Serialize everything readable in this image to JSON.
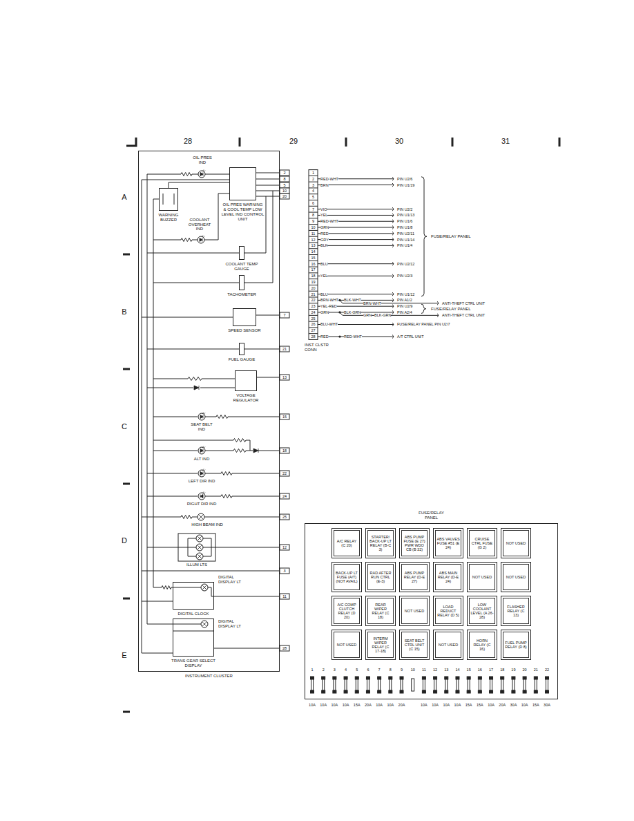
{
  "diagram": {
    "nodes": [
      {
        "text": [
          "INSTRUMENT CLUSTER"
        ]
      },
      {
        "text": [
          "OIL PRES WARNING & COOL TEMP LOW LEVEL IND CONTROL UNIT"
        ],
        "in": 0
      },
      {
        "text": [
          "WARNING BUZZER"
        ],
        "in": 0
      },
      {
        "text": [
          "COOLANT TEMP GAUGE"
        ],
        "in": 0
      },
      {
        "text": [
          "TACHOMETER"
        ],
        "in": 0
      },
      {
        "text": [
          "SPEED SENSOR"
        ],
        "in": 0
      },
      {
        "text": [
          "FUEL GAUGE"
        ],
        "in": 0
      },
      {
        "text": [
          "VOLTAGE REGULATOR"
        ],
        "in": 0
      },
      {
        "text": [
          "DIGITAL CLOCK"
        ],
        "in": 0
      },
      {
        "text": [
          "TRANS GEAR SELECT DISPLAY"
        ],
        "in": 0
      },
      {
        "text": [
          "FUSE/RELAY PANEL"
        ]
      },
      {
        "text": [
          "A/C RELAY (C 20)"
        ],
        "in": 10
      },
      {
        "text": [
          "STARTER/ BACK-UP LT RELAY (B-C 3)"
        ],
        "in": 10
      },
      {
        "text": [
          "ABS PUMP FUSE (E 27) PWR WDO CB (B 32)"
        ],
        "in": 10
      },
      {
        "text": [
          "ABS VALVES FUSE #51 (E 24)"
        ],
        "in": 10
      },
      {
        "text": [
          "CRUISE CTRL FUSE (G 2)"
        ],
        "in": 10
      },
      {
        "text": [
          "NOT USED"
        ],
        "in": 10
      },
      {
        "text": [
          "BACK-UP LT FUSE (A/T) (NOT AVAIL)"
        ],
        "in": 10
      },
      {
        "text": [
          "RAD AFTER RUN CTRL (E-3)"
        ],
        "in": 10
      },
      {
        "text": [
          "ABS PUMP RELAY (D-E 27)"
        ],
        "in": 10
      },
      {
        "text": [
          "ABS MAIN RELAY (D-E 24)"
        ],
        "in": 10
      },
      {
        "text": [
          "NOT USED"
        ],
        "in": 10
      },
      {
        "text": [
          "NOT USED"
        ],
        "in": 10
      },
      {
        "text": [
          "A/C COMP CLUTCH RELAY (D 20)"
        ],
        "in": 10
      },
      {
        "text": [
          "REAR WIPER RELAY (C 18)"
        ],
        "in": 10
      },
      {
        "text": [
          "NOT USED"
        ],
        "in": 10
      },
      {
        "text": [
          "LOAD REDUCT RELAY (D 5)"
        ],
        "in": 10
      },
      {
        "text": [
          "LOW COOLANT LEVEL (A 26-28)"
        ],
        "in": 10
      },
      {
        "text": [
          "FLASHER RELAY (C 13)"
        ],
        "in": 10
      },
      {
        "text": [
          "NOT USED"
        ],
        "in": 10
      },
      {
        "text": [
          "INTERM WIPER RELAY (C 17-18)"
        ],
        "in": 10
      },
      {
        "text": [
          "SEAT BELT CTRL UNIT (C 15)"
        ],
        "in": 10
      },
      {
        "text": [
          "NOT USED"
        ],
        "in": 10
      },
      {
        "text": [
          "HORN RELAY (C 16)"
        ],
        "in": 10
      },
      {
        "text": [
          "FUEL PUMP RELAY (D 8)"
        ],
        "in": 10
      }
    ],
    "edges": [
      {
        "from": 1,
        "to": 2,
        "arrow": "none"
      }
    ],
    "labels": [
      "28",
      "29",
      "30",
      "31",
      "A",
      "B",
      "C",
      "D",
      "E",
      "OIL PRES IND",
      "COOLANT OVERHEAT IND",
      "SEAT BELT IND",
      "ALT IND",
      "LEFT DIR IND",
      "RIGHT DIR IND",
      "HIGH BEAM IND",
      "ILLUM LTS",
      "DIGITAL DISPLAY LT",
      "DIGITAL DISPLAY LT",
      "2",
      "8",
      "5",
      "10",
      "20",
      "7",
      "21",
      "13",
      "15",
      "18",
      "22",
      "24",
      "25",
      "12",
      "3",
      "11",
      "28",
      "1",
      "2",
      "3",
      "4",
      "5",
      "6",
      "7",
      "8",
      "9",
      "10",
      "11",
      "12",
      "13",
      "14",
      "15",
      "16",
      "17",
      "18",
      "19",
      "20",
      "21",
      "22",
      "23",
      "24",
      "25",
      "26",
      "27",
      "28",
      "INST CLSTR CONN",
      "RED-WHT",
      "PIN U2/6",
      "BRN",
      "PIN U1/19",
      "VIO",
      "PIN U2/2",
      "YEL",
      "PIN U1/13",
      "RED-WHT",
      "PIN U1/6",
      "GRN",
      "PIN U1/8",
      "RED",
      "PIN U2/11",
      "GRY",
      "PIN U1/14",
      "BLK",
      "PIN U1/4",
      "BLU",
      "PIN U2/12",
      "YEL",
      "PIN U2/3",
      "BLU",
      "PIN U1/12",
      "FUSE/RELAY PANEL",
      "BRN-WHT",
      "BLK-WHT",
      "PIN A1/2",
      "BRN-WHT",
      "ANTI-THEFT CTRL UNIT",
      "YEL-RED",
      "PIN U2/9",
      "GRN",
      "BLK-GRN",
      "PIN A2/4",
      "FUSE/RELAY PANEL",
      "GRN",
      "BLK-GRN",
      "ANTI-THEFT CTRL UNIT",
      "BLU-WHT",
      "FUSE/RELAY PANEL PIN U2/7",
      "RED",
      "RED-WHT",
      "A/T CTRL UNIT",
      "1",
      "2",
      "3",
      "4",
      "5",
      "6",
      "7",
      "8",
      "9",
      "10",
      "11",
      "12",
      "13",
      "14",
      "15",
      "16",
      "17",
      "18",
      "19",
      "20",
      "21",
      "22",
      "10A",
      "10A",
      "10A",
      "10A",
      "15A",
      "20A",
      "10A",
      "10A",
      "20A",
      "10A",
      "10A",
      "10A",
      "10A",
      "15A",
      "15A",
      "10A",
      "20A",
      "30A",
      "10A",
      "15A",
      "30A"
    ]
  }
}
